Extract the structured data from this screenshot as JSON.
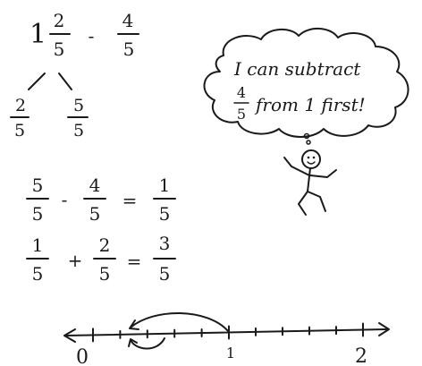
{
  "problem": {
    "whole": "1",
    "first": {
      "num": "2",
      "den": "5"
    },
    "op": "-",
    "second": {
      "num": "4",
      "den": "5"
    }
  },
  "split": [
    {
      "num": "2",
      "den": "5"
    },
    {
      "num": "5",
      "den": "5"
    }
  ],
  "step1": {
    "a": {
      "num": "5",
      "den": "5"
    },
    "op": "-",
    "b": {
      "num": "4",
      "den": "5"
    },
    "eq": "=",
    "result": {
      "num": "1",
      "den": "5"
    }
  },
  "step2": {
    "a": {
      "num": "1",
      "den": "5"
    },
    "op": "+",
    "b": {
      "num": "2",
      "den": "5"
    },
    "eq": "=",
    "result": {
      "num": "3",
      "den": "5"
    }
  },
  "bubble": {
    "line1": "I can subtract",
    "frac": {
      "num": "4",
      "den": "5"
    },
    "line2": "from 1 first!"
  },
  "number_line": {
    "labels": [
      "0",
      "1",
      "2"
    ]
  }
}
